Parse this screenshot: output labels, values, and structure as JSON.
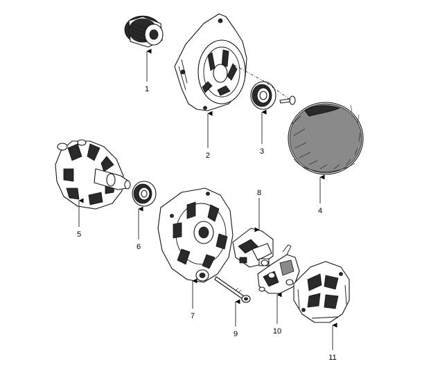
{
  "parts": [
    {
      "id": "p1",
      "label": "1"
    },
    {
      "id": "p2",
      "label": "2"
    },
    {
      "id": "p3",
      "label": "3"
    },
    {
      "id": "p4",
      "label": "4"
    },
    {
      "id": "p5",
      "label": "5"
    },
    {
      "id": "p6",
      "label": "6"
    },
    {
      "id": "p7",
      "label": "7"
    },
    {
      "id": "p8",
      "label": "8"
    },
    {
      "id": "p9",
      "label": "9"
    },
    {
      "id": "p10",
      "label": "10"
    },
    {
      "id": "p11",
      "label": "11"
    }
  ]
}
